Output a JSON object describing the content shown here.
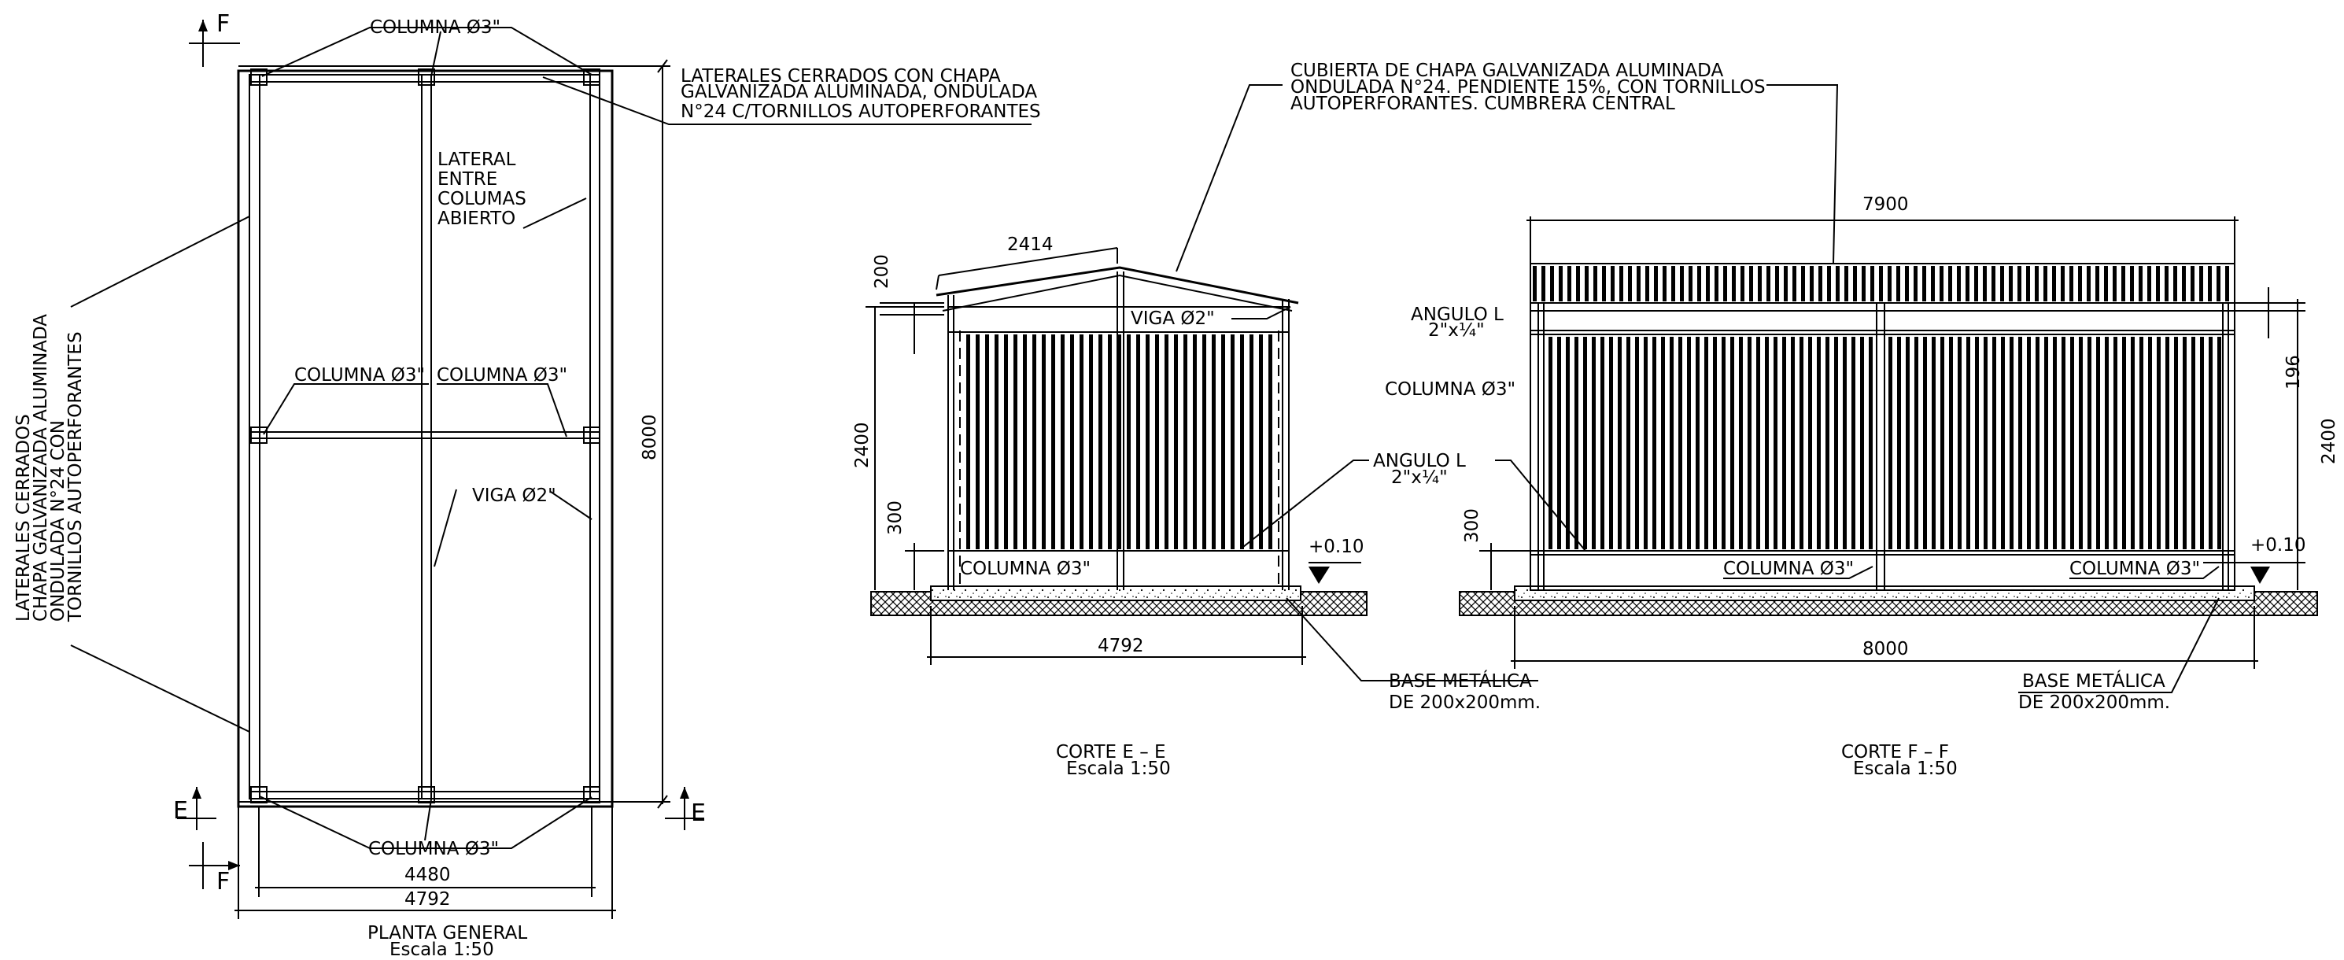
{
  "plan": {
    "columna_3": "COLUMNA Ø3\"",
    "laterales_top": [
      "LATERALES CERRADOS CON CHAPA",
      "GALVANIZADA ALUMINADA, ONDULADA",
      "N°24 C/TORNILLOS AUTOPERFORANTES"
    ],
    "lateral_abierto": [
      "LATERAL",
      "ENTRE",
      "COLUMAS",
      "ABIERTO"
    ],
    "laterales_side": [
      "LATERALES CERRADOS",
      "CHAPA GALVANIZADA ALUMINADA",
      "ONDULADA N°24 CON",
      "TORNILLOS AUTOPERFORANTES"
    ],
    "viga_2": "VIGA Ø2\"",
    "dim_8000": "8000",
    "dim_4480": "4480",
    "dim_4792": "4792",
    "mark_f": "F",
    "mark_e": "E",
    "title": "PLANTA GENERAL",
    "scale": "Escala 1:50"
  },
  "corte_e": {
    "cubierta": [
      "CUBIERTA DE CHAPA GALVANIZADA ALUMINADA",
      "ONDULADA N°24. PENDIENTE 15%, CON TORNILLOS",
      "AUTOPERFORANTES. CUMBRERA CENTRAL"
    ],
    "dim_2414": "2414",
    "dim_200": "200",
    "dim_2400": "2400",
    "dim_300": "300",
    "viga_2": "VIGA Ø2\"",
    "angulo": [
      "ANGULO L",
      "2\"x¼\""
    ],
    "level": "+0.10",
    "columna_3": "COLUMNA Ø3\"",
    "dim_4792": "4792",
    "base": [
      "BASE METÁLICA",
      "DE 200x200mm."
    ],
    "title": "CORTE E – E",
    "scale": "Escala 1:50"
  },
  "corte_f": {
    "dim_7900": "7900",
    "angulo": [
      "ANGULO L",
      "2\"x¼\""
    ],
    "columna_3": "COLUMNA Ø3\"",
    "dim_196": "196",
    "dim_2400": "2400",
    "dim_300": "300",
    "level": "+0.10",
    "dim_8000": "8000",
    "base": [
      "BASE METÁLICA",
      "DE 200x200mm."
    ],
    "title": "CORTE F – F",
    "scale": "Escala 1:50"
  }
}
